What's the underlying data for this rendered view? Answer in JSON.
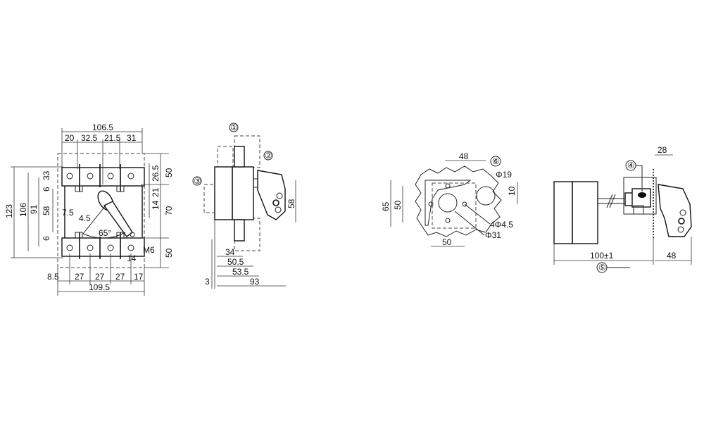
{
  "title": "Load break switch dimensional drawing",
  "front_view": {
    "top_dims": {
      "overall": "106.5",
      "segments": [
        "20",
        "32.5",
        "21.5",
        "31"
      ]
    },
    "left_dims": [
      "123",
      "106",
      "91",
      "58",
      "33",
      "6",
      "6"
    ],
    "inner_dims": [
      "7.5",
      "4.5"
    ],
    "angle": "65°",
    "right_dims": [
      "50",
      "26.5",
      "21",
      "14",
      "70",
      "50"
    ],
    "thread": "M6",
    "terminal_dim": "14",
    "bottom_dims": {
      "segments": [
        "8.5",
        "27",
        "27",
        "27",
        "17"
      ],
      "overall": "109.5"
    }
  },
  "side_view": {
    "callouts": [
      "①",
      "②",
      "③"
    ],
    "bottom_dims": [
      "34",
      "50.5",
      "53.5",
      "3",
      "93"
    ],
    "handle_height": "58"
  },
  "cutout_view": {
    "callout": "⑥",
    "dims": [
      "48",
      "65",
      "50",
      "50",
      "10"
    ],
    "hole_labels": [
      "Φ19",
      "4Φ4.5",
      "Φ31"
    ]
  },
  "extended_view": {
    "callouts": [
      "④",
      "⑤"
    ],
    "dims": [
      "28",
      "100±1",
      "48"
    ]
  }
}
